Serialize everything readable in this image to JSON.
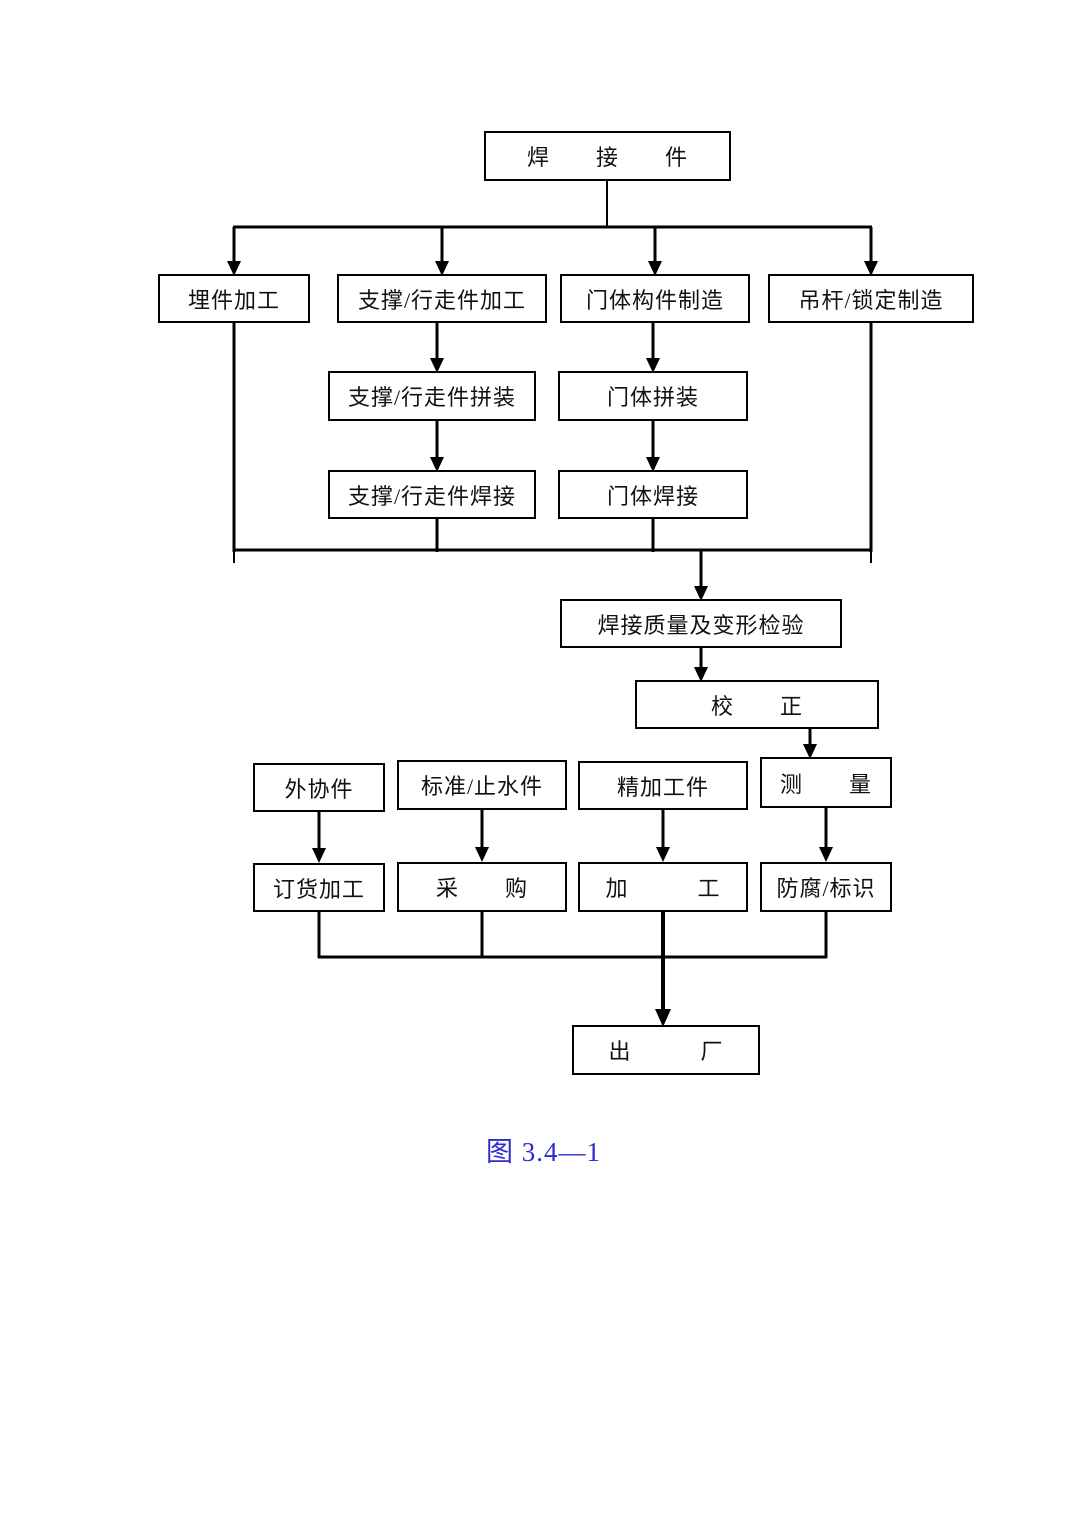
{
  "page": {
    "background": "#ffffff",
    "line_color": "#000000",
    "caption_color": "#2b2bcf"
  },
  "caption": {
    "text": "图 3.4—1"
  },
  "nodes": {
    "weld_parts": {
      "label": "焊　　接　　件"
    },
    "embed_parts": {
      "label": "埋件加工"
    },
    "support_travel_mfg": {
      "label": "支撑/行走件加工"
    },
    "gate_body_mfg": {
      "label": "门体构件制造"
    },
    "hanger_lock_mfg": {
      "label": "吊杆/锁定制造"
    },
    "support_travel_assembly": {
      "label": "支撑/行走件拼装"
    },
    "gate_body_assembly": {
      "label": "门体拼装"
    },
    "support_travel_welding": {
      "label": "支撑/行走件焊接"
    },
    "gate_body_welding": {
      "label": "门体焊接"
    },
    "weld_quality_inspection": {
      "label": "焊接质量及变形检验"
    },
    "correction": {
      "label": "校　　正"
    },
    "outsourced_parts": {
      "label": "外协件"
    },
    "standard_waterstop_parts": {
      "label": "标准/止水件"
    },
    "precision_machined_parts": {
      "label": "精加工件"
    },
    "measurement": {
      "label": "测　　量"
    },
    "order_processing": {
      "label": "订货加工"
    },
    "procurement": {
      "label": "采　　购"
    },
    "machining": {
      "label": "加　　　工"
    },
    "anticorrosion_marking": {
      "label": "防腐/标识"
    },
    "delivery": {
      "label": "出　　　厂"
    }
  },
  "edges": [
    [
      "weld_parts",
      "embed_parts"
    ],
    [
      "weld_parts",
      "support_travel_mfg"
    ],
    [
      "weld_parts",
      "gate_body_mfg"
    ],
    [
      "weld_parts",
      "hanger_lock_mfg"
    ],
    [
      "support_travel_mfg",
      "support_travel_assembly"
    ],
    [
      "support_travel_assembly",
      "support_travel_welding"
    ],
    [
      "gate_body_mfg",
      "gate_body_assembly"
    ],
    [
      "gate_body_assembly",
      "gate_body_welding"
    ],
    [
      "embed_parts",
      "weld_quality_inspection"
    ],
    [
      "support_travel_welding",
      "weld_quality_inspection"
    ],
    [
      "gate_body_welding",
      "weld_quality_inspection"
    ],
    [
      "hanger_lock_mfg",
      "weld_quality_inspection"
    ],
    [
      "weld_quality_inspection",
      "correction"
    ],
    [
      "correction",
      "measurement"
    ],
    [
      "outsourced_parts",
      "order_processing"
    ],
    [
      "standard_waterstop_parts",
      "procurement"
    ],
    [
      "precision_machined_parts",
      "machining"
    ],
    [
      "measurement",
      "anticorrosion_marking"
    ],
    [
      "order_processing",
      "delivery"
    ],
    [
      "procurement",
      "delivery"
    ],
    [
      "machining",
      "delivery"
    ],
    [
      "anticorrosion_marking",
      "delivery"
    ]
  ]
}
